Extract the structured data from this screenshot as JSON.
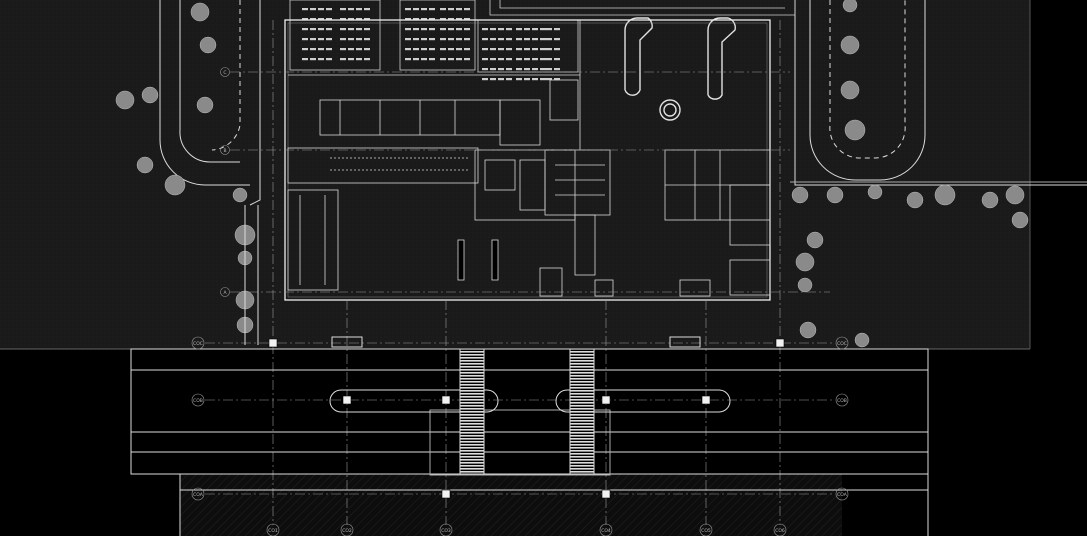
{
  "drawing": {
    "background": "#000000",
    "site_fill": "#1b1b1b",
    "line_color": "#e6e6e6",
    "tree_color": "#8a8a8a"
  },
  "grid_bubbles": {
    "left_C": "C",
    "left_B": "B",
    "left_A": "A",
    "coc_left": "COC",
    "coc_right": "COC",
    "cob_left": "COB",
    "cob_right": "COB",
    "coa_left": "COA",
    "coa_right": "COA",
    "col_1": "CO1",
    "col_2": "CO2",
    "col_3": "CO3",
    "col_4": "CO4",
    "col_5": "CO5",
    "col_6": "CO6"
  }
}
